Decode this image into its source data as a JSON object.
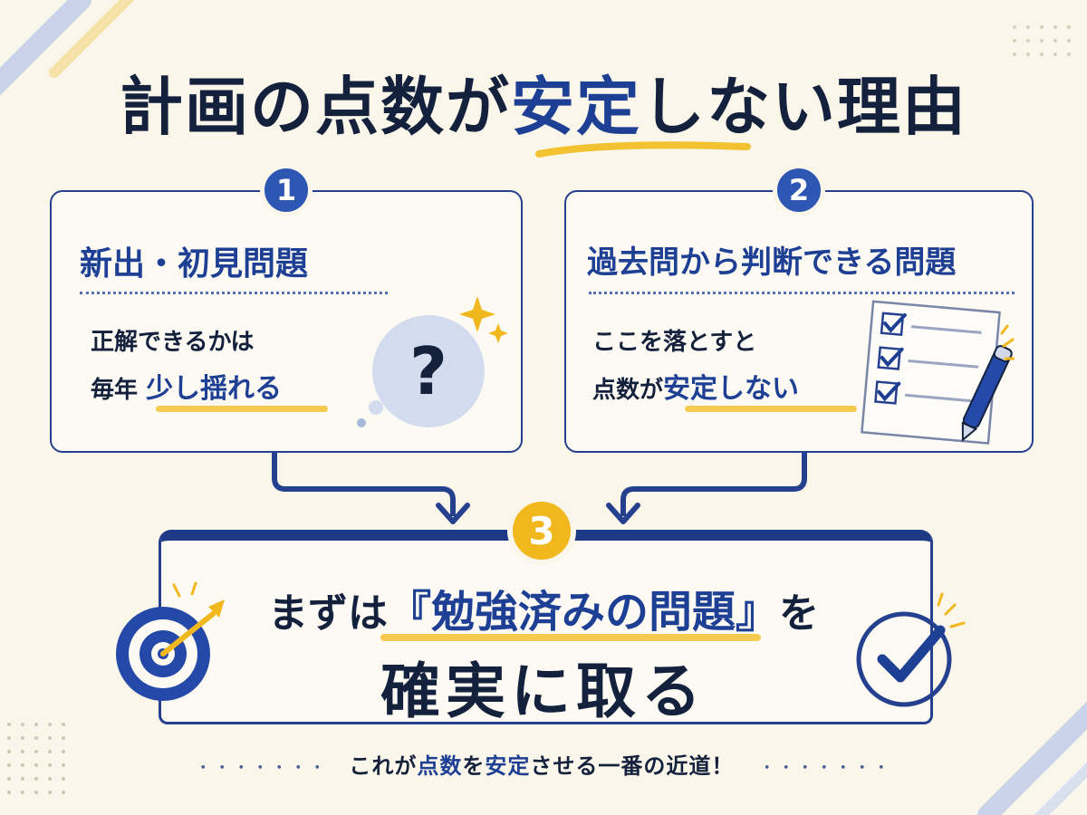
{
  "title": {
    "part1": "計画の点数が",
    "highlight": "安定",
    "part2": "しない理由"
  },
  "cards": [
    {
      "number": "1",
      "heading": "新出・初見問題",
      "line1": "正解できるかは",
      "line2_prefix": "毎年 ",
      "line2_emphasis": "少し揺れる",
      "icon": "question-bubble-icon"
    },
    {
      "number": "2",
      "heading": "過去問から判断できる問題",
      "line1": "ここを落とすと",
      "line2_prefix": "点数が",
      "line2_emphasis": "安定しない",
      "icon": "checklist-pen-icon"
    }
  ],
  "conclusion": {
    "number": "3",
    "line1_prefix": "まずは",
    "line1_emphasis": "『勉強済みの問題』",
    "line1_suffix": "を",
    "line2": "確実に取る",
    "left_icon": "target-arrow-icon",
    "right_icon": "check-circle-icon"
  },
  "footer": {
    "prefix": "これが",
    "em1": "点数",
    "mid1": "を",
    "em2": "安定",
    "suffix": "させる一番の近道！",
    "dots": "・・・・・・・"
  },
  "colors": {
    "background": "#fbf6ea",
    "navy": "#1e3a87",
    "accent_blue": "#2e57b4",
    "accent_yellow": "#f0b81d"
  }
}
